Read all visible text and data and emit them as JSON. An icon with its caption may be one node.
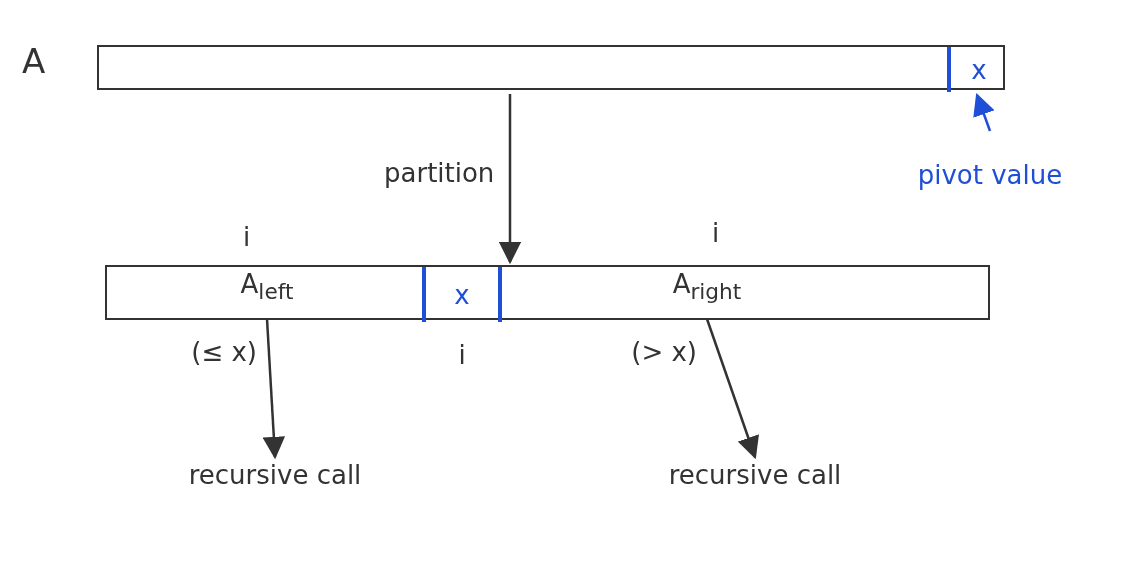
{
  "diagram": {
    "nodes": [
      {
        "text": [],
        "shape": "box",
        "beside": [
          "A"
        ]
      },
      {
        "text": [
          "x"
        ],
        "in": 0
      },
      {
        "text": [
          "pivot value"
        ]
      },
      {
        "text": [],
        "shape": "box"
      },
      {
        "text": [
          "A$_{left}$"
        ],
        "in": 3,
        "beside": [
          "(≤ x)"
        ]
      },
      {
        "text": [
          "x"
        ],
        "in": 3,
        "beside": [
          "i"
        ]
      },
      {
        "text": [
          "A$_{right}$"
        ],
        "in": 3,
        "beside": [
          "(> x)"
        ]
      },
      {
        "text": [
          "recursive call"
        ]
      },
      {
        "text": [
          "recursive call"
        ]
      }
    ],
    "edges": [
      {
        "from": 2,
        "to": 1,
        "arrow": "to",
        "color": "#1f4fd6"
      },
      {
        "from": 0,
        "to": 3,
        "arrow": "to",
        "label": "partition"
      },
      {
        "from": 4,
        "to": 7,
        "arrow": "to"
      },
      {
        "from": 6,
        "to": 8,
        "arrow": "to"
      }
    ],
    "labels": [
      "i",
      "i"
    ]
  }
}
